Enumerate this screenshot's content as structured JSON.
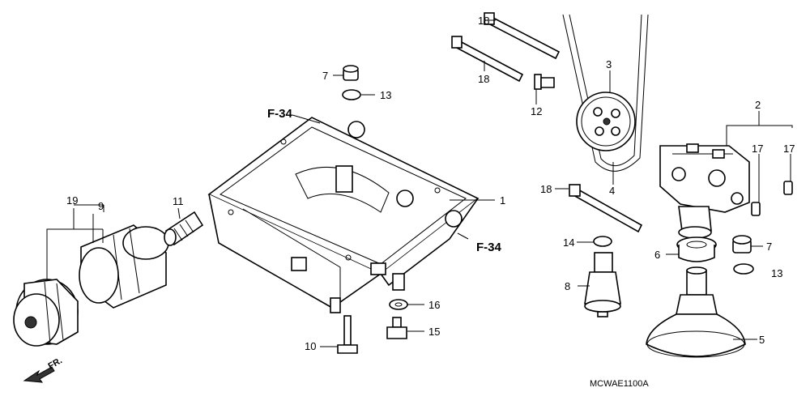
{
  "diagram": {
    "code": "MCWAE1100A",
    "front_marker": "FR.",
    "references": [
      "F-34",
      "F-34"
    ],
    "callouts": [
      "1",
      "2",
      "3",
      "4",
      "5",
      "6",
      "7",
      "7",
      "8",
      "9",
      "10",
      "11",
      "12",
      "13",
      "13",
      "14",
      "15",
      "16",
      "17",
      "17",
      "18",
      "18",
      "18",
      "19"
    ]
  }
}
